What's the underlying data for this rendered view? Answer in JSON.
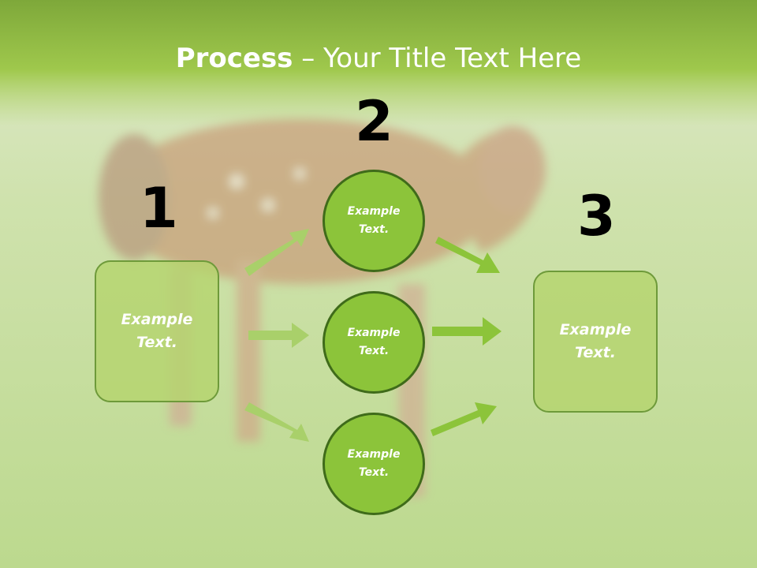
{
  "slide": {
    "title_bold": "Process",
    "title_rest": " – Your Title Text Here",
    "colors": {
      "header_green": "#9cc64a",
      "circle_fill": "#8cc43a",
      "arrow": "#8cc43a",
      "box_fill": "#b4d46e"
    },
    "background_image": "deer-in-grass"
  },
  "steps": {
    "n1": "1",
    "n2": "2",
    "n3": "3"
  },
  "left_box": {
    "text": "Example\nText."
  },
  "right_box": {
    "text": "Example\nText."
  },
  "circles": [
    {
      "text": "Example\nText."
    },
    {
      "text": "Example\nText."
    },
    {
      "text": "Example\nText."
    }
  ]
}
